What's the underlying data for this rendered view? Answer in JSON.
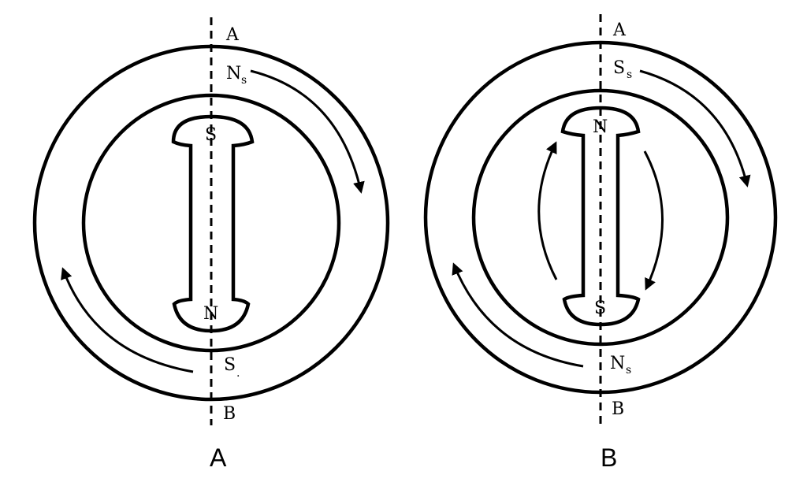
{
  "panels": [
    {
      "id": "A",
      "caption": "A",
      "axis_top": "A",
      "axis_bottom": "B",
      "stator_top": {
        "main": "N",
        "sub": "s"
      },
      "stator_bottom": {
        "main": "S",
        "sub": "."
      },
      "rotor_top": "S",
      "rotor_bottom": "N"
    },
    {
      "id": "B",
      "caption": "B",
      "axis_top": "A",
      "axis_bottom": "B",
      "stator_top": {
        "main": "S",
        "sub": "s"
      },
      "stator_bottom": {
        "main": "N",
        "sub": "s"
      },
      "rotor_top": "N",
      "rotor_bottom": "S"
    }
  ],
  "colors": {
    "ink": "#000000",
    "paper": "#ffffff"
  }
}
